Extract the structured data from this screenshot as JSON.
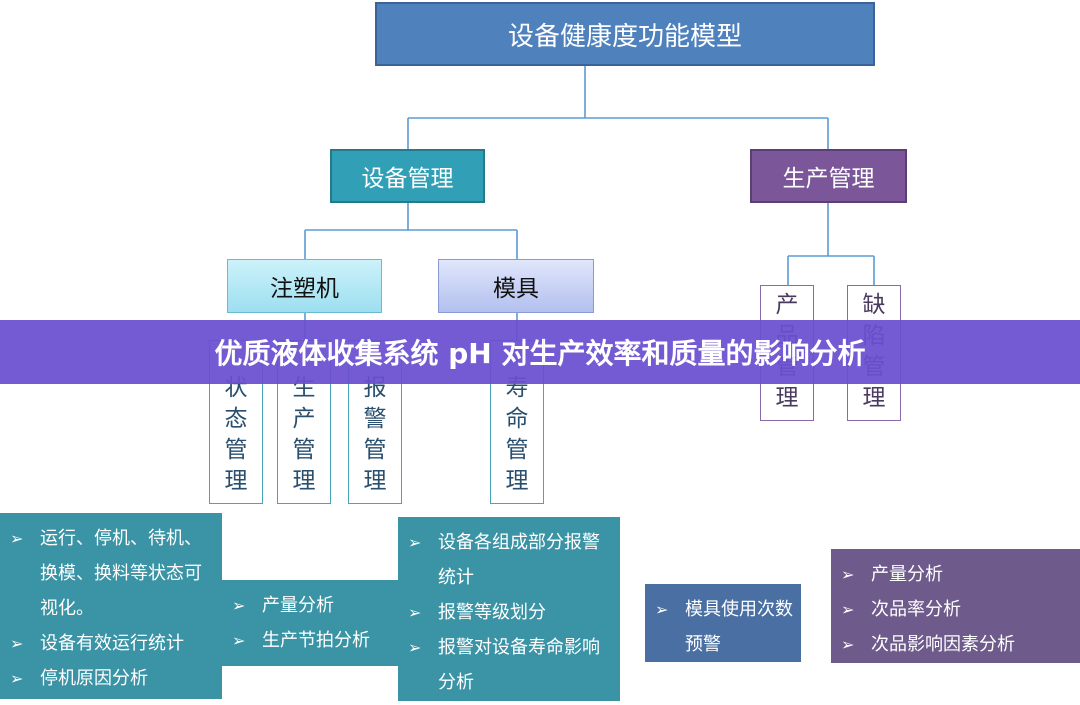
{
  "root": {
    "label": "设备健康度功能模型"
  },
  "equipment": {
    "label": "设备管理",
    "injection": {
      "label": "注塑机",
      "children": [
        "状态管理",
        "生产管理",
        "报警管理"
      ]
    },
    "mold": {
      "label": "模具",
      "children": [
        "寿命管理"
      ]
    }
  },
  "production": {
    "label": "生产管理",
    "children": [
      "产品管理",
      "缺陷管理"
    ]
  },
  "panels": {
    "status": [
      "运行、停机、待机、换模、换料等状态可视化。",
      "设备有效运行统计",
      "停机原因分析"
    ],
    "production": [
      "产量分析",
      "生产节拍分析"
    ],
    "alarm": [
      "设备各组成部分报警统计",
      "报警等级划分",
      "报警对设备寿命影响分析"
    ],
    "mold": [
      "模具使用次数预警"
    ],
    "quality": [
      "产量分析",
      "次品率分析",
      "次品影响因素分析"
    ]
  },
  "banner": {
    "title": "优质液体收集系统 pH 对生产效率和质量的影响分析"
  },
  "colors": {
    "root": "#4f81bd",
    "equipment": "#31a0b6",
    "production": "#7b579a",
    "panel_teal": "#3a94a5",
    "panel_blue": "#4a6fa2",
    "panel_purple": "#6e5b8c",
    "banner": "#6a4fd0"
  }
}
